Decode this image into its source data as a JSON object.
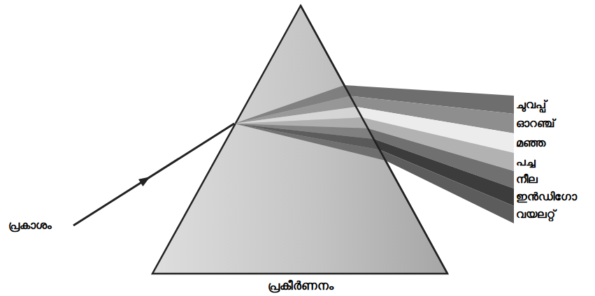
{
  "diagram": {
    "caption": "പ്രകീർണനം",
    "labels": [
      "പ്രകാശം",
      "ചുവപ്പ്",
      "ഓറഞ്ച്",
      "മഞ്ഞ",
      "പച്ച",
      "നീല",
      "ഇൻഡിഗോ",
      "വയലറ്റ്"
    ]
  }
}
